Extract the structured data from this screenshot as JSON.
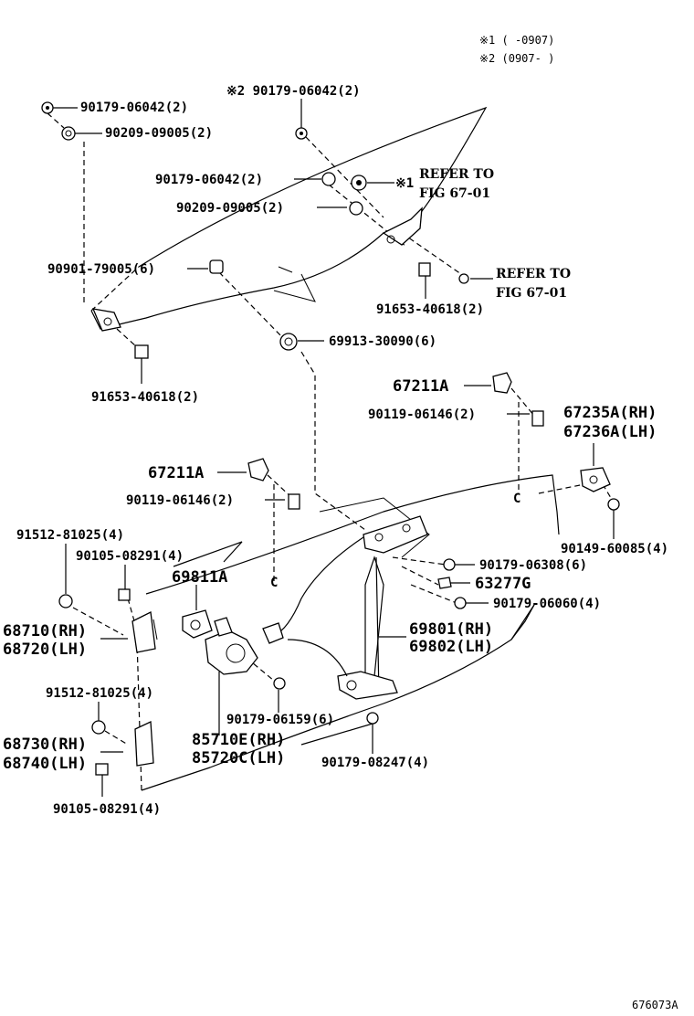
{
  "notes": {
    "note1": "※1 (   -0907)",
    "note2": "※2 (0907-   )"
  },
  "labels": {
    "p90179_06042_a": "90179-06042(2)",
    "p90209_09005_a": "90209-09005(2)",
    "p90179_06042_b": "※2 90179-06042(2)",
    "p90179_06042_c": "90179-06042(2)",
    "mark1": "※1",
    "refer1_a": "REFER TO",
    "refer1_b": "FIG 67-01",
    "p90209_09005_b": "90209-09005(2)",
    "refer2_a": "REFER TO",
    "refer2_b": "FIG 67-01",
    "p90901_79005": "90901-79005(6)",
    "p91653_40618_a": "91653-40618(2)",
    "p69913_30090": "69913-30090(6)",
    "p91653_40618_b": "91653-40618(2)",
    "p67211A_a": "67211A",
    "p90119_06146_a": "90119-06146(2)",
    "p67235A": "67235A(RH)",
    "p67236A": "67236A(LH)",
    "p67211A_b": "67211A",
    "p90119_06146_b": "90119-06146(2)",
    "p91512_81025_a": "91512-81025(4)",
    "p90105_08291_a": "90105-08291(4)",
    "p69811A": "69811A",
    "p90149_60085": "90149-60085(4)",
    "p90179_06308": "90179-06308(6)",
    "p63277G": "63277G",
    "p90179_06060": "90179-06060(4)",
    "p68710": "68710(RH)",
    "p68720": "68720(LH)",
    "p69801": "69801(RH)",
    "p69802": "69802(LH)",
    "p91512_81025_b": "91512-81025(4)",
    "p90179_06159": "90179-06159(6)",
    "p68730": "68730(RH)",
    "p68740": "68740(LH)",
    "p85710E": "85710E(RH)",
    "p85720C": "85720C(LH)",
    "p90179_08247": "90179-08247(4)",
    "p90105_08291_b": "90105-08291(4)",
    "c_mark": "C",
    "figure_code": "676073A"
  }
}
